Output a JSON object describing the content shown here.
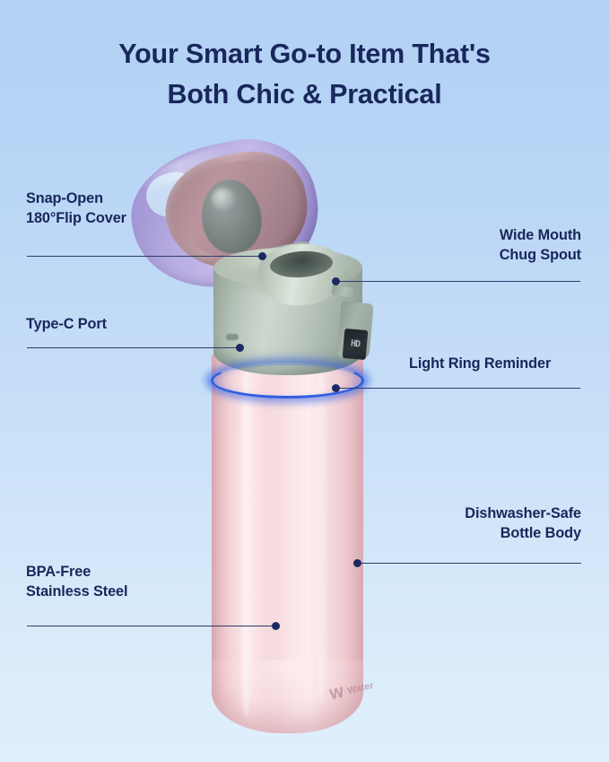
{
  "heading": {
    "line1": "Your Smart Go-to Item That's",
    "line2": "Both Chic & Practical"
  },
  "callouts": [
    {
      "id": "snap",
      "line1": "Snap-Open",
      "line2": "180°Flip Cover"
    },
    {
      "id": "typec",
      "line1": "Type-C Port",
      "line2": ""
    },
    {
      "id": "wide",
      "line1": "Wide Mouth",
      "line2": "Chug Spout"
    },
    {
      "id": "light",
      "line1": "Light Ring Reminder",
      "line2": ""
    },
    {
      "id": "dish",
      "line1": "Dishwasher-Safe",
      "line2": "Bottle Body"
    },
    {
      "id": "bpa",
      "line1": "BPA-Free",
      "line2": "Stainless Steel"
    }
  ],
  "product": {
    "display_glyph": "HD",
    "brand_mark": "W",
    "brand_name": "Water"
  },
  "colors": {
    "background_top": "#b2d1f4",
    "background_bottom": "#e0effc",
    "heading_text": "#19275c",
    "callout_text": "#18265a",
    "leader_line": "#2b3c6b",
    "leader_dot": "#1b2a63",
    "light_ring": "#2f5ee2",
    "bottle_body": "#f9e2e4",
    "cap": "#becac0",
    "flip_cover": "#b2a6de",
    "flip_cover_inner": "#b08e96",
    "brand_logo": "#b07f8b"
  }
}
